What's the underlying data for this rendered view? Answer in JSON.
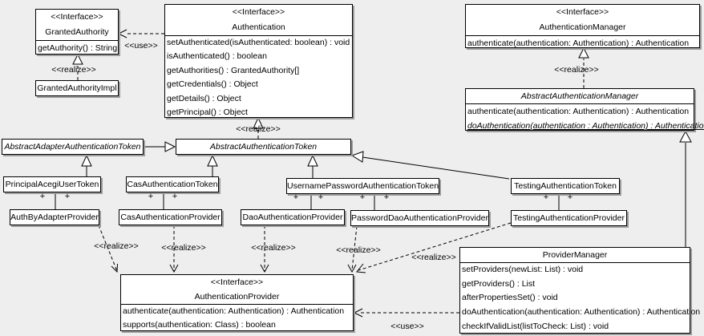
{
  "stereotypes": {
    "interface": "<<Interface>>",
    "use": "<<use>>",
    "realize": "<<realize>>"
  },
  "plus": "+",
  "colors": {
    "background": "#eeeeee",
    "box_fill": "#ffffff",
    "line": "#000000",
    "shadow": "#9c9c9c"
  },
  "classes": {
    "granted_authority": {
      "stereotype": "<<Interface>>",
      "name": "GrantedAuthority",
      "methods": [
        "getAuthority() : String"
      ]
    },
    "granted_authority_impl": {
      "name": "GrantedAuthorityImpl"
    },
    "authentication": {
      "stereotype": "<<Interface>>",
      "name": "Authentication",
      "methods": [
        "setAuthenticated(isAuthenticated: boolean) : void",
        "isAuthenticated() : boolean",
        "getAuthorities() : GrantedAuthority[]",
        "getCredentials() : Object",
        "getDetails() : Object",
        "getPrincipal() : Object"
      ]
    },
    "authentication_manager": {
      "stereotype": "<<Interface>>",
      "name": "AuthenticationManager",
      "methods": [
        "authenticate(authentication: Authentication) : Authentication"
      ]
    },
    "abstract_authentication_manager": {
      "name": "AbstractAuthenticationManager",
      "abstract": true,
      "methods": [
        "authenticate(authentication: Authentication) : Authentication",
        "doAuthentication(authentication : Authentication) : Authentication"
      ]
    },
    "abstract_adapter_authentication_token": {
      "name": "AbstractAdapterAuthenticationToken",
      "abstract": true
    },
    "abstract_authentication_token": {
      "name": "AbstractAuthenticationToken",
      "abstract": true
    },
    "principal_acegi_user_token": {
      "name": "PrincipalAcegiUserToken"
    },
    "cas_authentication_token": {
      "name": "CasAuthenticationToken"
    },
    "username_password_authentication_token": {
      "name": "UsernamePasswordAuthenticationToken"
    },
    "testing_authentication_token": {
      "name": "TestingAuthenticationToken"
    },
    "auth_by_adapter_provider": {
      "name": "AuthByAdapterProvider"
    },
    "cas_authentication_provider": {
      "name": "CasAuthenticationProvider"
    },
    "dao_authentication_provider": {
      "name": "DaoAuthenticationProvider"
    },
    "password_dao_authentication_provider": {
      "name": "PasswordDaoAuthenticationProvider"
    },
    "testing_authentication_provider": {
      "name": "TestingAuthenticationProvider"
    },
    "authentication_provider": {
      "stereotype": "<<Interface>>",
      "name": "AuthenticationProvider",
      "methods": [
        "authenticate(authentication: Authentication) : Authentication",
        "supports(authentication: Class) : boolean"
      ]
    },
    "provider_manager": {
      "name": "ProviderManager",
      "methods": [
        "setProviders(newList: List) : void",
        "getProviders() : List",
        "afterPropertiesSet() : void",
        "doAuthentication(authentication: Authentication) : Authentication",
        "checkIfValidList(listToCheck: List) : void"
      ]
    }
  }
}
